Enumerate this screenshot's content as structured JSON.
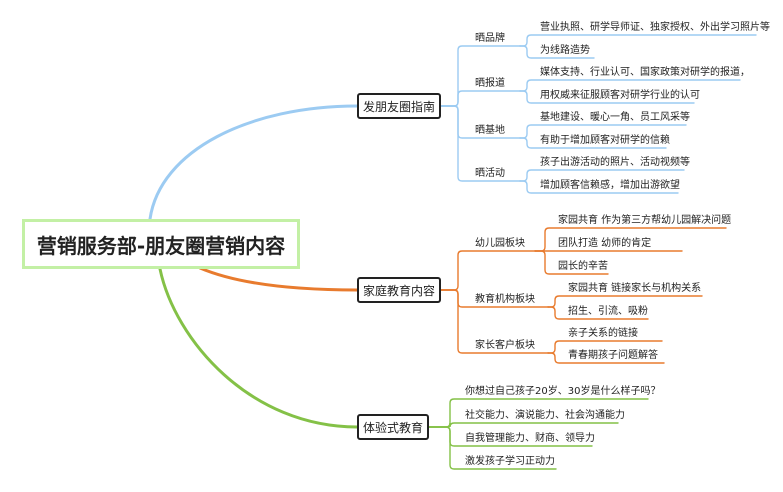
{
  "root": "营销服务部-朋友圈营销内容",
  "colors": {
    "blue": "#9ccbf2",
    "orange": "#e87b2e",
    "green": "#84c147",
    "root_border": "#c3f0a5"
  },
  "branches": [
    {
      "label": "发朋友圈指南",
      "children": [
        {
          "label": "晒品牌",
          "items": [
            "营业执照、研学导师证、独家授权、外出学习照片等",
            "为线路造势"
          ]
        },
        {
          "label": "晒报道",
          "items": [
            "媒体支持、行业认可、国家政策对研学的报道，",
            "用权威来征服顾客对研学行业的认可"
          ]
        },
        {
          "label": "晒基地",
          "items": [
            "基地建设、暖心一角、员工风采等",
            "有助于增加顾客对研学的信赖"
          ]
        },
        {
          "label": "晒活动",
          "items": [
            "孩子出游活动的照片、活动视频等",
            "增加顾客信赖感，增加出游欲望"
          ]
        }
      ]
    },
    {
      "label": "家庭教育内容",
      "children": [
        {
          "label": "幼儿园板块",
          "items": [
            "家园共育  作为第三方帮幼儿园解决问题",
            "团队打造  幼师的肯定",
            "园长的辛苦"
          ]
        },
        {
          "label": "教育机构板块",
          "items": [
            "家园共育  链接家长与机构关系",
            "招生、引流、吸粉"
          ]
        },
        {
          "label": "家长客户板块",
          "items": [
            "亲子关系的链接",
            "青春期孩子问题解答"
          ]
        }
      ]
    },
    {
      "label": "体验式教育",
      "items": [
        "你想过自己孩子20岁、30岁是什么样子吗？",
        "社交能力、演说能力、社会沟通能力",
        "自我管理能力、财商、领导力",
        "激发孩子学习正动力"
      ]
    }
  ]
}
